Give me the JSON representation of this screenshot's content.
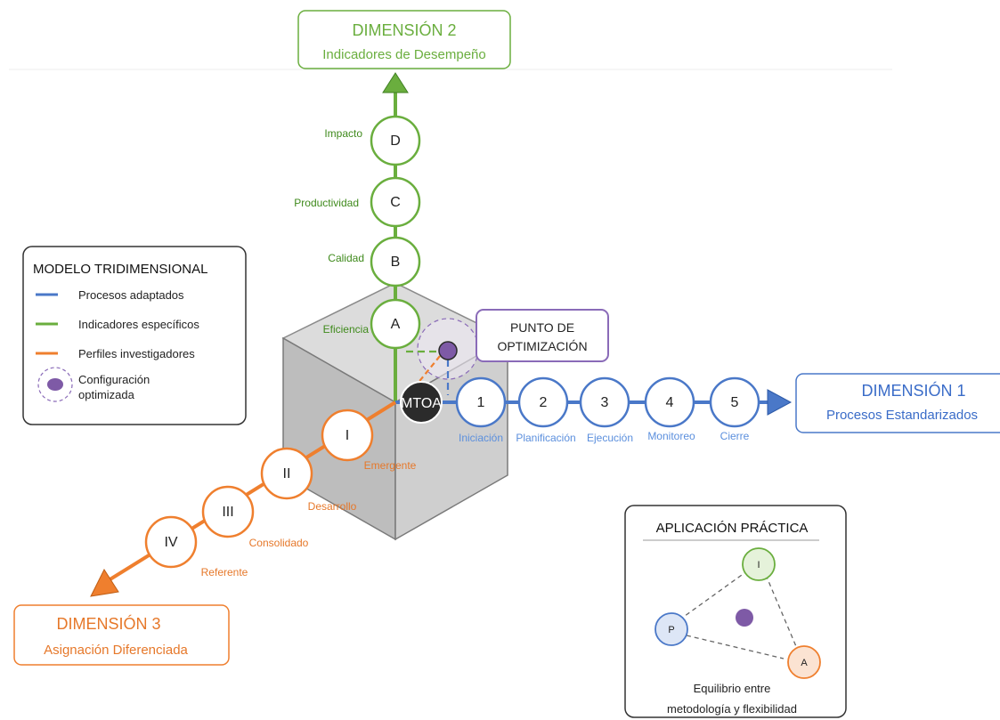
{
  "colors": {
    "blue": "#4a78c8",
    "blue_text": "#3a6cc8",
    "blue_light_text": "#5b8fdd",
    "green": "#6aae3e",
    "green_text": "#3f8a1c",
    "orange": "#ef7f2e",
    "orange_text": "#e6782a",
    "purple": "#7e5aa6",
    "purple_border": "#8a6bb8",
    "dark_node": "#2b2b2b",
    "cube_face": "#c8c8c8",
    "cube_top": "#d8d8d8",
    "cube_edge": "#7a7a7a"
  },
  "dimension2": {
    "title": "DIMENSIÓN 2",
    "subtitle": "Indicadores de Desempeño"
  },
  "dimension1": {
    "title": "DIMENSIÓN 1",
    "subtitle": "Procesos Estandarizados"
  },
  "dimension3": {
    "title": "DIMENSIÓN 3",
    "subtitle": "Asignación Diferenciada"
  },
  "center_node": "MTOA",
  "optimization_box": {
    "line1": "PUNTO DE",
    "line2": "OPTIMIZACIÓN"
  },
  "green_nodes": [
    {
      "letter": "A",
      "label": "Eficiencia"
    },
    {
      "letter": "B",
      "label": "Calidad"
    },
    {
      "letter": "C",
      "label": "Productividad"
    },
    {
      "letter": "D",
      "label": "Impacto"
    }
  ],
  "blue_nodes": [
    {
      "number": "1",
      "label": "Iniciación"
    },
    {
      "number": "2",
      "label": "Planificación"
    },
    {
      "number": "3",
      "label": "Ejecución"
    },
    {
      "number": "4",
      "label": "Monitoreo"
    },
    {
      "number": "5",
      "label": "Cierre"
    }
  ],
  "orange_nodes": [
    {
      "numeral": "I",
      "label": "Emergente"
    },
    {
      "numeral": "II",
      "label": "Desarrollo"
    },
    {
      "numeral": "III",
      "label": "Consolidado"
    },
    {
      "numeral": "IV",
      "label": "Referente"
    }
  ],
  "legend": {
    "title": "MODELO TRIDIMENSIONAL",
    "items": [
      {
        "label": "Procesos adaptados",
        "color": "#4a78c8"
      },
      {
        "label": "Indicadores específicos",
        "color": "#6aae3e"
      },
      {
        "label": "Perfiles investigadores",
        "color": "#ef7f2e"
      }
    ],
    "config_line1": "Configuración",
    "config_line2": "optimizada"
  },
  "practical": {
    "title": "APLICACIÓN PRÁCTICA",
    "node_i": "I",
    "node_p": "P",
    "node_a": "A",
    "footer_line1": "Equilibrio entre",
    "footer_line2": "metodología y flexibilidad"
  }
}
